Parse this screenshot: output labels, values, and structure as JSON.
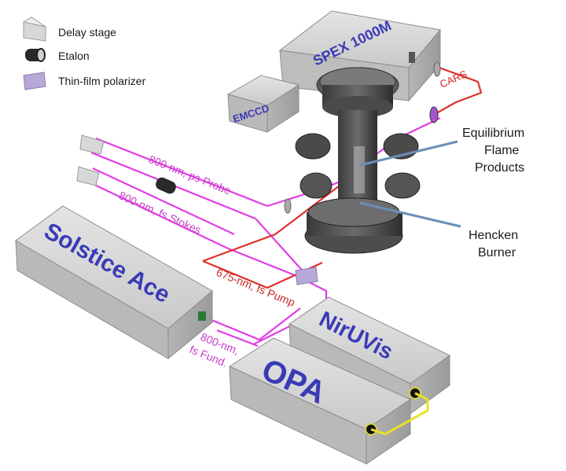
{
  "legend": {
    "items": [
      {
        "label": "Delay stage",
        "icon": "delay-stage-icon"
      },
      {
        "label": "Etalon",
        "icon": "etalon-icon"
      },
      {
        "label": "Thin-film polarizer",
        "icon": "polarizer-icon"
      }
    ]
  },
  "components": {
    "spex": "SPEX 1000M",
    "emccd": "EMCCD",
    "solstice": "Solstice Ace",
    "niruvis": "NirUVis",
    "opa": "OPA"
  },
  "beams": {
    "probe": "800-nm, ps Probe",
    "stokes": "800-nm, fs Stokes",
    "pump": "675-nm, fs Pump",
    "fund_line1": "800-nm,",
    "fund_line2": "fs Fund.",
    "cars": "CARS"
  },
  "annotations": {
    "flame_line1": "Equilibrium",
    "flame_line2": "Flame",
    "flame_line3": "Products",
    "burner_line1": "Hencken",
    "burner_line2": "Burner"
  },
  "colors": {
    "magenta_beam": "#e23ce6",
    "red_beam": "#e0302a",
    "yellow_beam": "#e8e22a",
    "pointer": "#6a8fb8",
    "box_text": "#3a3ab8",
    "cars_text": "#d82020"
  }
}
